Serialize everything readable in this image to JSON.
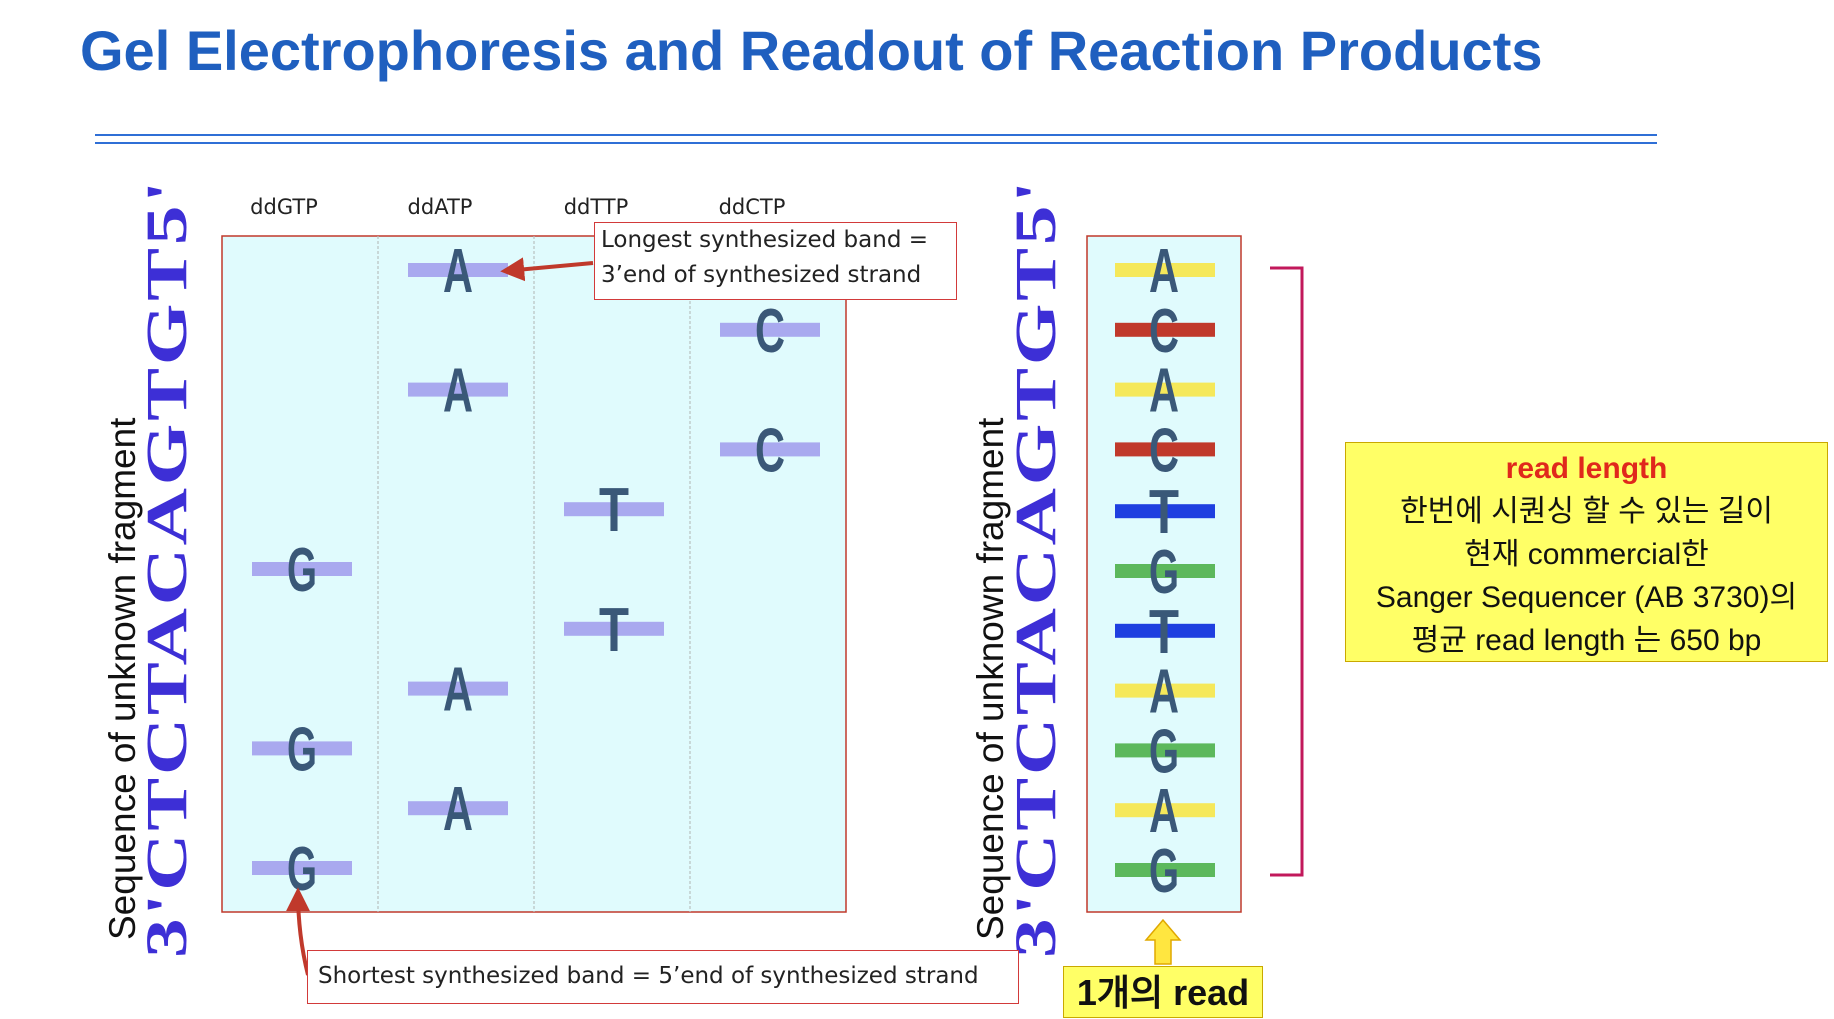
{
  "title": "Gel Electrophoresis and Readout of Reaction Products",
  "lanes": [
    "ddGTP",
    "ddATP",
    "ddTTP",
    "ddCTP"
  ],
  "sequence_label": "Sequence of unknown fragment",
  "sequence": "3'CTCTACAGTGT5'",
  "left_bands": [
    {
      "lane": 1,
      "base": "A",
      "row": 0
    },
    {
      "lane": 3,
      "base": "C",
      "row": 1
    },
    {
      "lane": 1,
      "base": "A",
      "row": 2
    },
    {
      "lane": 3,
      "base": "C",
      "row": 3
    },
    {
      "lane": 2,
      "base": "T",
      "row": 4
    },
    {
      "lane": 0,
      "base": "G",
      "row": 5
    },
    {
      "lane": 2,
      "base": "T",
      "row": 6
    },
    {
      "lane": 1,
      "base": "A",
      "row": 7
    },
    {
      "lane": 0,
      "base": "G",
      "row": 8
    },
    {
      "lane": 1,
      "base": "A",
      "row": 9
    },
    {
      "lane": 0,
      "base": "G",
      "row": 10
    }
  ],
  "readout": [
    {
      "base": "A",
      "color": "#f5e85a"
    },
    {
      "base": "C",
      "color": "#c0392b"
    },
    {
      "base": "A",
      "color": "#f5e85a"
    },
    {
      "base": "C",
      "color": "#c0392b"
    },
    {
      "base": "T",
      "color": "#1f3fe0"
    },
    {
      "base": "G",
      "color": "#5cb85c"
    },
    {
      "base": "T",
      "color": "#1f3fe0"
    },
    {
      "base": "A",
      "color": "#f5e85a"
    },
    {
      "base": "G",
      "color": "#5cb85c"
    },
    {
      "base": "A",
      "color": "#f5e85a"
    },
    {
      "base": "G",
      "color": "#5cb85c"
    }
  ],
  "callout_longest": {
    "line1": "Longest synthesized band =",
    "line2": "3’end of synthesized strand"
  },
  "callout_shortest": "Shortest synthesized band = 5’end of synthesized strand",
  "read_length_box": {
    "heading": "read length",
    "line1": "한번에 시퀀싱 할 수 있는 길이",
    "line2": "현재 commercial한",
    "line3": "Sanger Sequencer (AB 3730)의",
    "line4": "평균 read length 는 650 bp"
  },
  "read_label": "1개의 read",
  "colors": {
    "title": "#1f5fbf",
    "gel_bg": "#e0fbfd",
    "band": "#a9a9ef",
    "base_text": "#3a5878",
    "bracket": "#c2185b",
    "callout_border": "#d23a3a"
  }
}
